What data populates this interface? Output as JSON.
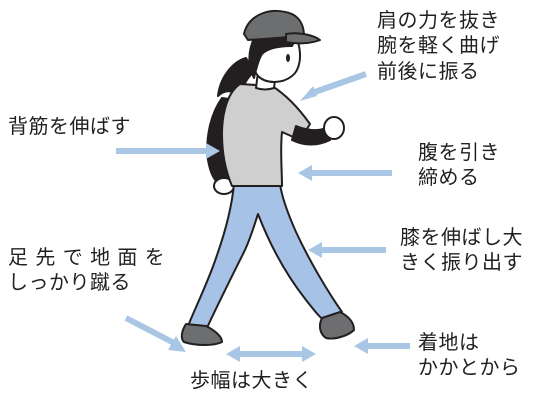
{
  "annotations": {
    "shoulder": [
      "肩の力を抜き",
      "腕を軽く曲げ",
      "前後に振る"
    ],
    "back": [
      "背筋を伸ばす"
    ],
    "abdomen": [
      "腹を引き",
      "締める"
    ],
    "toes": [
      "足 先 で 地 面 を",
      "しっかり蹴る"
    ],
    "knee": [
      "膝を伸ばし大",
      "きく振り出す"
    ],
    "heel": [
      "着地は",
      "かかとから"
    ],
    "stride": [
      "歩幅は大きく"
    ]
  },
  "colors": {
    "arrow": "#a9c6e4",
    "text": "#231f20",
    "pants": "#a6c2e6",
    "shirt": "#cfcfcf",
    "cap": "#6d6e70",
    "dark": "#231f20"
  }
}
